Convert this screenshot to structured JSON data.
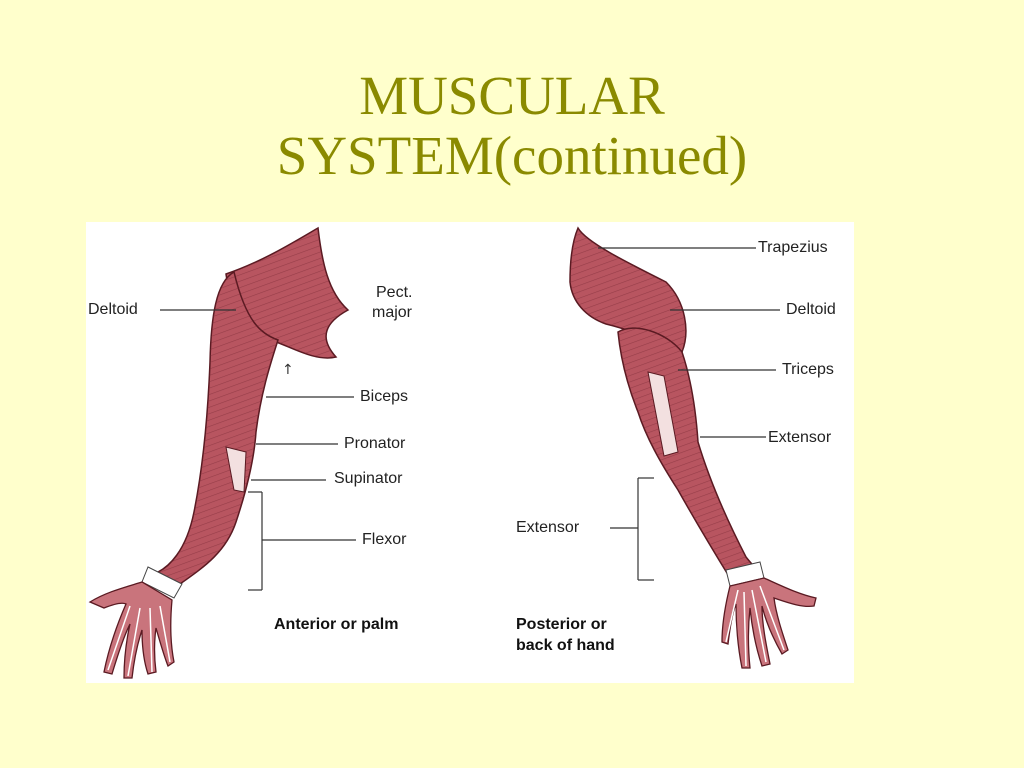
{
  "slide": {
    "title_line1": "MUSCULAR",
    "title_line2": "SYSTEM(continued)"
  },
  "figure": {
    "anterior": {
      "labels": {
        "deltoid": "Deltoid",
        "pect_major_1": "Pect.",
        "pect_major_2": "major",
        "biceps": "Biceps",
        "pronator": "Pronator",
        "supinator": "Supinator",
        "flexor": "Flexor"
      },
      "caption": "Anterior or palm"
    },
    "posterior": {
      "labels": {
        "trapezius": "Trapezius",
        "deltoid": "Deltoid",
        "triceps": "Triceps",
        "extensor_upper": "Extensor",
        "extensor_lower": "Extensor"
      },
      "caption_line1": "Posterior or",
      "caption_line2": "back of hand"
    }
  },
  "colors": {
    "background": "#ffffcc",
    "title": "#8a8a00",
    "muscle": "#b85560",
    "muscle_dark": "#7a2a35",
    "tendon": "#ffffff"
  }
}
